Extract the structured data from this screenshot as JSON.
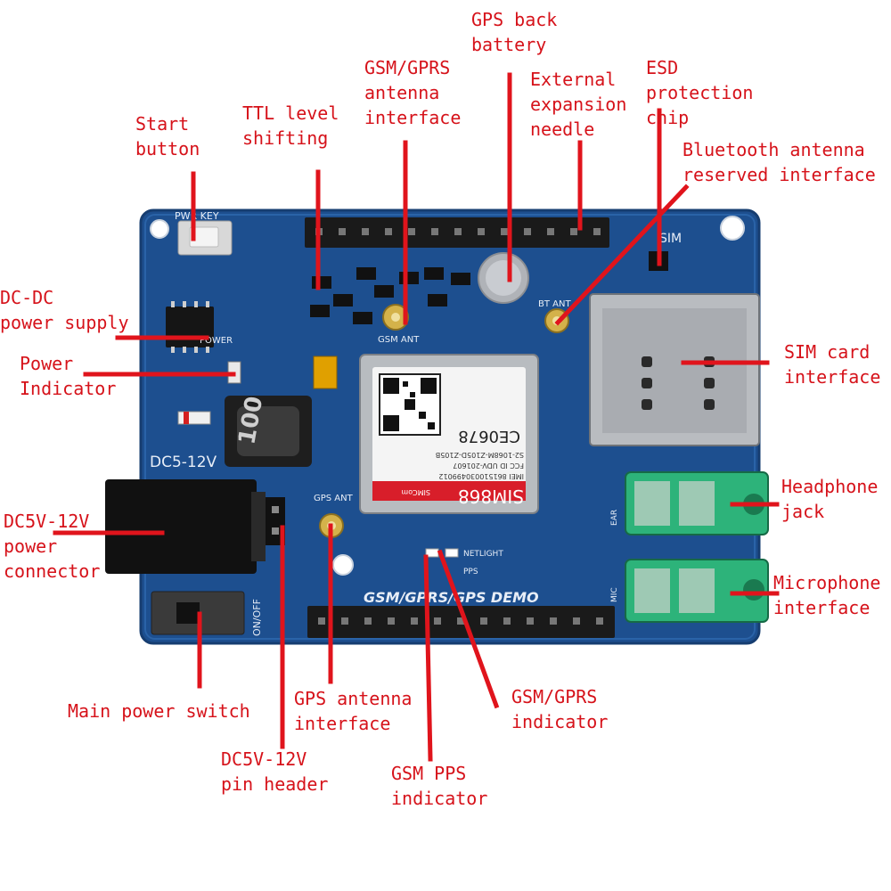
{
  "labels": {
    "start_button": "Start\nbutton",
    "ttl_level": "TTL level\nshifting",
    "gsm_antenna": "GSM/GPRS\nantenna\ninterface",
    "gps_battery": "GPS back\nbattery",
    "ext_needle": "External\nexpansion\nneedle",
    "esd": "ESD\nprotection\nchip",
    "bt_antenna": "Bluetooth antenna\nreserved interface",
    "dcdc": "DC-DC\npower supply",
    "power_ind": "Power\nIndicator",
    "sim_card": "SIM card\ninterface",
    "headphone": "Headphone\njack",
    "dc_connector": "DC5V-12V\npower\nconnector",
    "microphone": "Microphone\ninterface",
    "main_switch": "Main power switch",
    "gps_antenna": "GPS antenna\ninterface",
    "gsm_indicator": "GSM/GPRS\nindicator",
    "pin_header": "DC5V-12V\npin header",
    "pps_indicator": "GSM PPS\nindicator"
  },
  "board": {
    "pwr_key": "PWR KEY",
    "power": "POWER",
    "dc_range": "DC5-12V",
    "sim": "SIM",
    "bt_ant": "BT ANT",
    "gsm_ant": "GSM ANT",
    "gps_ant": "GPS ANT",
    "netlight": "NETLIGHT",
    "pps": "PPS",
    "demo": "GSM/GPRS/GPS DEMO",
    "on_off": "ON/OFF",
    "ear": "EAR",
    "mic": "MIC",
    "inductor": "100",
    "module_name": "SIM868",
    "module_brand": "SIMCom",
    "module_ce": "CE0678",
    "module_imei": "IMEI 861510030499012",
    "module_fcc": "FCC ID UDV-201607",
    "module_sn": "S2-1068M-Z105D-Z105B"
  },
  "colors": {
    "label": "#d6121a",
    "pointer": "#e0141c",
    "pcb": "#1d4f8f",
    "module": "#b8bcc0"
  }
}
